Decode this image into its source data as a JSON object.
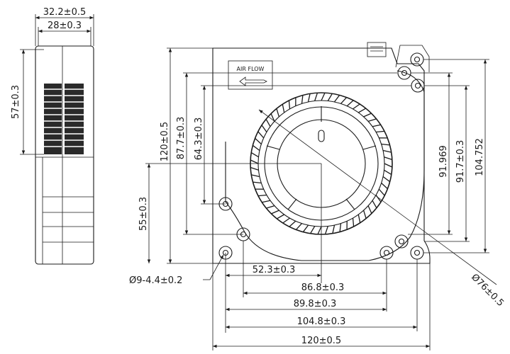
{
  "side_view": {
    "width_outer": "32.2±0.5",
    "width_inner": "28±0.3",
    "height": "57±0.3"
  },
  "front_view": {
    "airflow_label": "AIR FLOW",
    "left_dims": [
      "120±0.5",
      "87.7±0.3",
      "64.3±0.3",
      "55±0.3"
    ],
    "right_dims": [
      "91.969",
      "91.7±0.3",
      "104.752"
    ],
    "hole_label": "Ø9-4.4±0.2",
    "fan_diameter": "Ø76±0.5",
    "bottom_dims": [
      "52.3±0.3",
      "86.8±0.3",
      "89.8±0.3",
      "104.8±0.3",
      "120±0.5"
    ]
  }
}
